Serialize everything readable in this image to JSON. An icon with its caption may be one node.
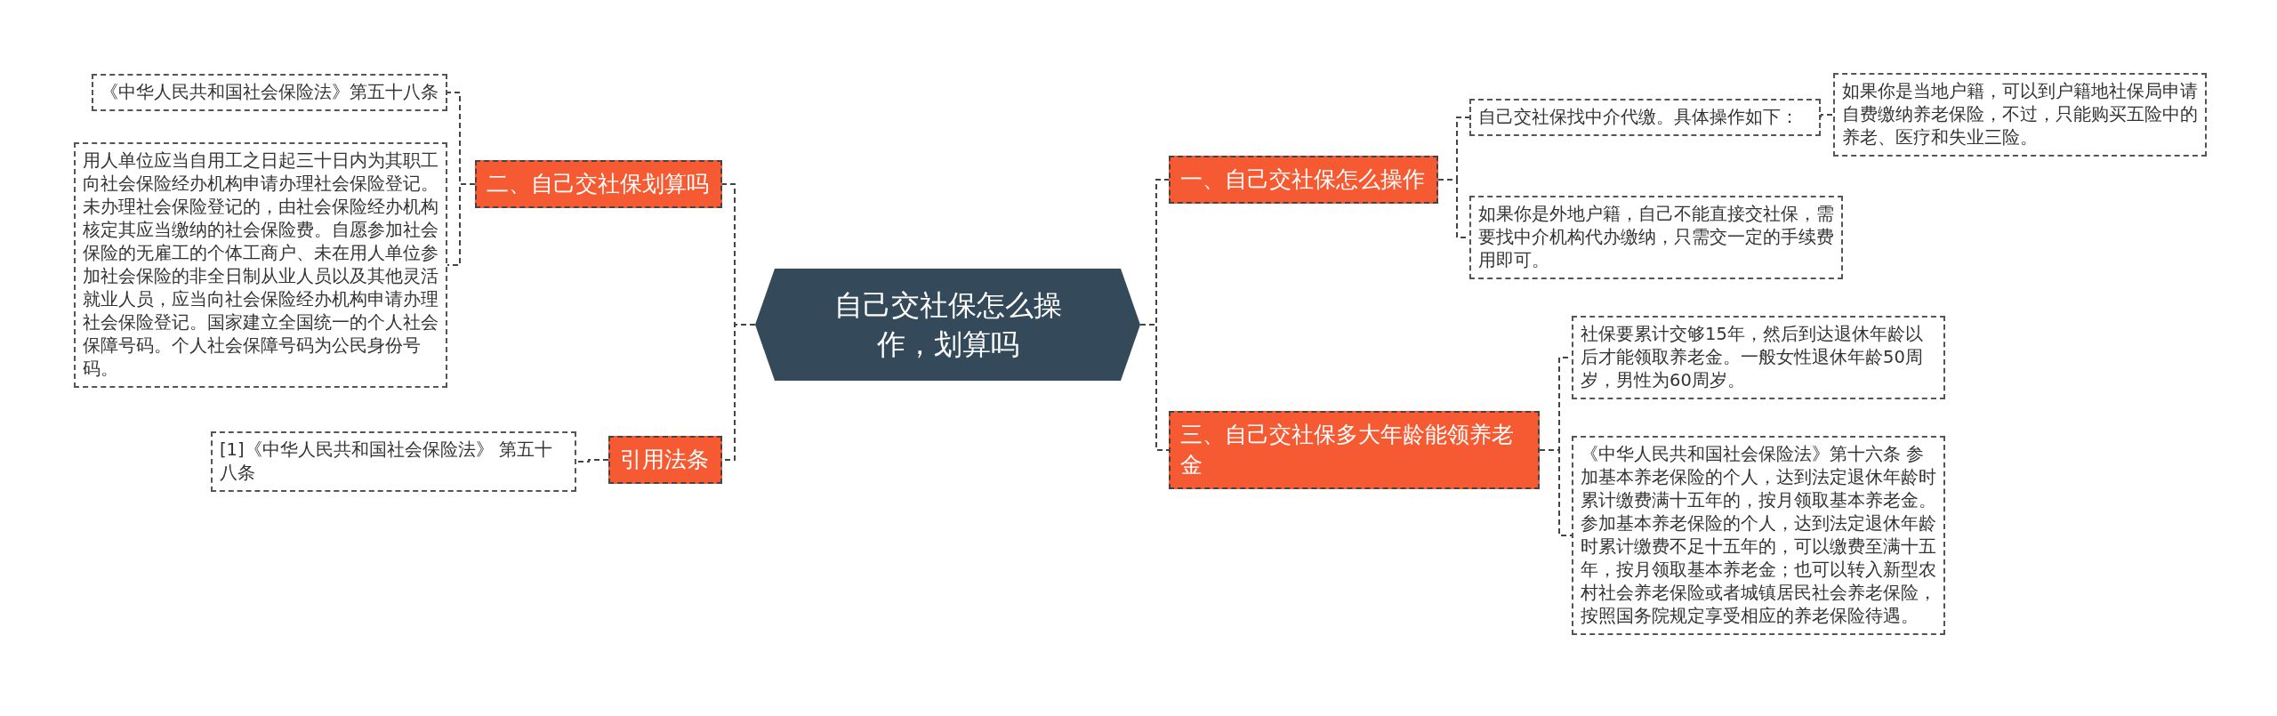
{
  "diagram": {
    "nodes": [
      {
        "text": [
          "自己交社保怎么操作，划算吗"
        ]
      },
      {
        "text": [
          "二、自己交社保划算吗"
        ]
      },
      {
        "text": [
          "《中华人民共和国社会保险法》第五十八条"
        ]
      },
      {
        "text": [
          "用人单位应当自用工之日起三十日内为其职工向社会保险经办机构申请办理社会保险登记。未办理社会保险登记的，由社会保险经办机构核定其应当缴纳的社会保险费。自愿参加社会保险的无雇工的个体工商户、未在用人单位参加社会保险的非全日制从业人员以及其他灵活就业人员，应当向社会保险经办机构申请办理社会保险登记。国家建立全国统一的个人社会保障号码。个人社会保障号码为公民身份号码。"
        ]
      },
      {
        "text": [
          "引用法条"
        ]
      },
      {
        "text": [
          "[1]《中华人民共和国社会保险法》 第五十八条"
        ]
      },
      {
        "text": [
          "一、自己交社保怎么操作"
        ]
      },
      {
        "text": [
          "自己交社保找中介代缴。具体操作如下："
        ]
      },
      {
        "text": [
          "如果你是当地户籍，可以到户籍地社保局申请自费缴纳养老保险，不过，只能购买五险中的养老、医疗和失业三险。"
        ]
      },
      {
        "text": [
          "如果你是外地户籍，自己不能直接交社保，需要找中介机构代办缴纳，只需交一定的手续费用即可。"
        ]
      },
      {
        "text": [
          "三、自己交社保多大年龄能领养老金"
        ]
      },
      {
        "text": [
          "社保要累计交够15年，然后到达退休年龄以后才能领取养老金。一般女性退休年龄50周岁，男性为60周岁。"
        ]
      },
      {
        "text": [
          "《中华人民共和国社会保险法》第十六条 参加基本养老保险的个人，达到法定退休年龄时累计缴费满十五年的，按月领取基本养老金。参加基本养老保险的个人，达到法定退休年龄时累计缴费不足十五年的，可以缴费至满十五年，按月领取基本养老金；也可以转入新型农村社会养老保险或者城镇居民社会养老保险，按照国务院规定享受相应的养老保险待遇。"
        ]
      }
    ],
    "edges": [
      {
        "from": 0,
        "to": 1,
        "arrow": "none"
      },
      {
        "from": 1,
        "to": 2,
        "arrow": "none"
      },
      {
        "from": 1,
        "to": 3,
        "arrow": "none"
      },
      {
        "from": 0,
        "to": 4,
        "arrow": "none"
      },
      {
        "from": 4,
        "to": 5,
        "arrow": "none"
      },
      {
        "from": 0,
        "to": 6,
        "arrow": "none"
      },
      {
        "from": 6,
        "to": 7,
        "arrow": "none"
      },
      {
        "from": 7,
        "to": 8,
        "arrow": "none"
      },
      {
        "from": 6,
        "to": 9,
        "arrow": "none"
      },
      {
        "from": 0,
        "to": 10,
        "arrow": "none"
      },
      {
        "from": 10,
        "to": 11,
        "arrow": "none"
      },
      {
        "from": 10,
        "to": 12,
        "arrow": "none"
      }
    ]
  }
}
